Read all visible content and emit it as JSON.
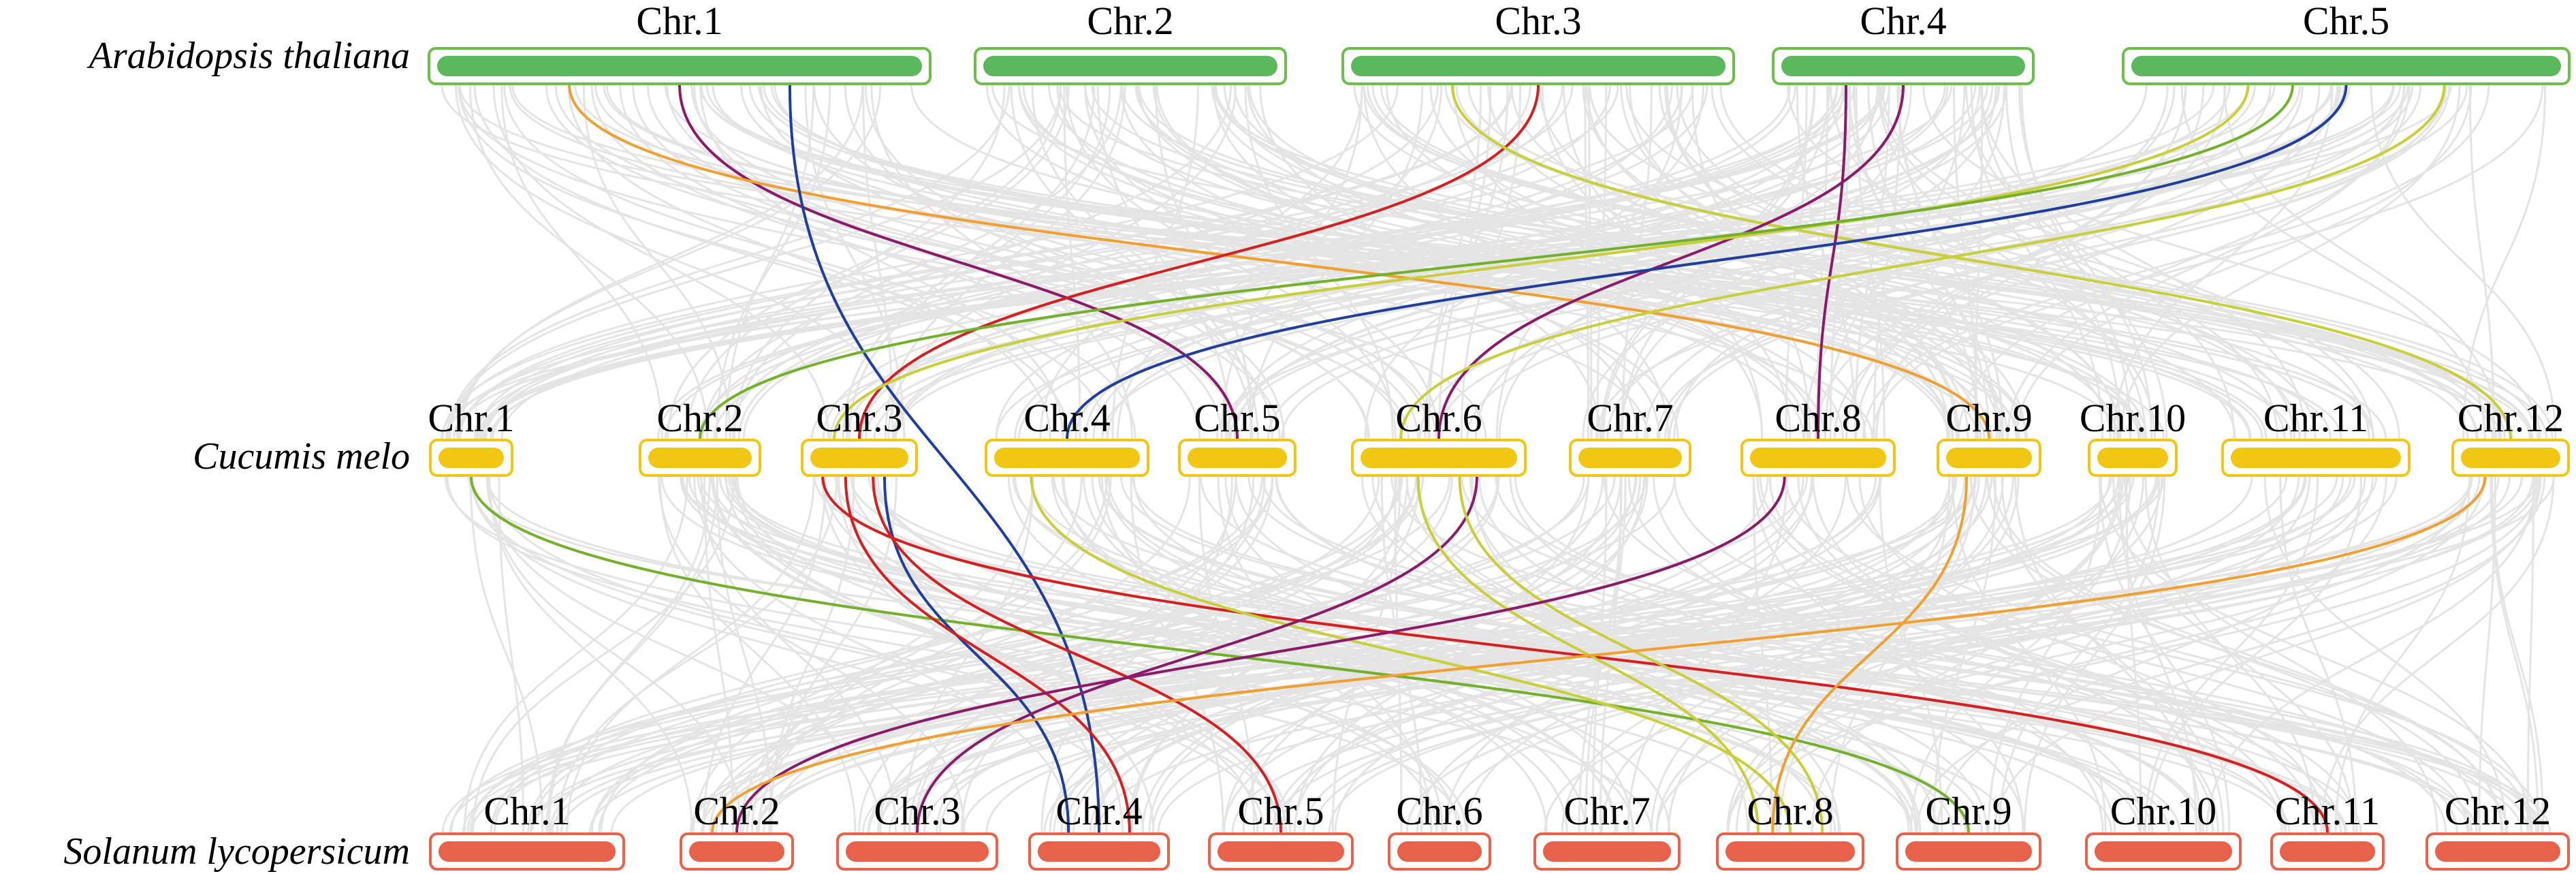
{
  "species": [
    {
      "name": "Arabidopsis thaliana",
      "fill": "#5cb85c",
      "stroke": "#6cc04a",
      "chromosomes": [
        "Chr.1",
        "Chr.2",
        "Chr.3",
        "Chr.4",
        "Chr.5"
      ]
    },
    {
      "name": "Cucumis melo",
      "fill": "#f2c714",
      "stroke": "#f2c714",
      "chromosomes": [
        "Chr.1",
        "Chr.2",
        "Chr.3",
        "Chr.4",
        "Chr.5",
        "Chr.6",
        "Chr.7",
        "Chr.8",
        "Chr.9",
        "Chr.10",
        "Chr.11",
        "Chr.12"
      ]
    },
    {
      "name": "Solanum lycopersicum",
      "fill": "#e8614a",
      "stroke": "#e8614a",
      "chromosomes": [
        "Chr.1",
        "Chr.2",
        "Chr.3",
        "Chr.4",
        "Chr.5",
        "Chr.6",
        "Chr.7",
        "Chr.8",
        "Chr.9",
        "Chr.10",
        "Chr.11",
        "Chr.12"
      ]
    }
  ],
  "colors": {
    "background_links": "#e4e4e4",
    "highlight": [
      "#8b1a6b",
      "#f0a030",
      "#1f3e9e",
      "#d42020",
      "#c8cf3a",
      "#72b22a"
    ]
  },
  "links": [
    {
      "from": [
        "Arabidopsis thaliana",
        "Chr.1"
      ],
      "to": [
        "Cucumis melo",
        "Chr.5"
      ],
      "color": "#8b1a6b"
    },
    {
      "from": [
        "Arabidopsis thaliana",
        "Chr.1"
      ],
      "to": [
        "Cucumis melo",
        "Chr.9"
      ],
      "color": "#f0a030"
    },
    {
      "from": [
        "Arabidopsis thaliana",
        "Chr.1"
      ],
      "to": [
        "Solanum lycopersicum",
        "Chr.4"
      ],
      "color": "#1f3e9e"
    },
    {
      "from": [
        "Arabidopsis thaliana",
        "Chr.3"
      ],
      "to": [
        "Cucumis melo",
        "Chr.3"
      ],
      "color": "#d42020"
    },
    {
      "from": [
        "Arabidopsis thaliana",
        "Chr.3"
      ],
      "to": [
        "Cucumis melo",
        "Chr.12"
      ],
      "color": "#c8cf3a"
    },
    {
      "from": [
        "Arabidopsis thaliana",
        "Chr.4"
      ],
      "to": [
        "Cucumis melo",
        "Chr.6"
      ],
      "color": "#8b1a6b"
    },
    {
      "from": [
        "Arabidopsis thaliana",
        "Chr.4"
      ],
      "to": [
        "Cucumis melo",
        "Chr.8"
      ],
      "color": "#8b1a6b"
    },
    {
      "from": [
        "Arabidopsis thaliana",
        "Chr.5"
      ],
      "to": [
        "Cucumis melo",
        "Chr.4"
      ],
      "color": "#1f3e9e"
    },
    {
      "from": [
        "Arabidopsis thaliana",
        "Chr.5"
      ],
      "to": [
        "Cucumis melo",
        "Chr.3"
      ],
      "color": "#c8cf3a"
    },
    {
      "from": [
        "Arabidopsis thaliana",
        "Chr.5"
      ],
      "to": [
        "Cucumis melo",
        "Chr.6"
      ],
      "color": "#c8cf3a"
    },
    {
      "from": [
        "Arabidopsis thaliana",
        "Chr.5"
      ],
      "to": [
        "Cucumis melo",
        "Chr.2"
      ],
      "color": "#72b22a"
    },
    {
      "from": [
        "Cucumis melo",
        "Chr.1"
      ],
      "to": [
        "Solanum lycopersicum",
        "Chr.9"
      ],
      "color": "#72b22a"
    },
    {
      "from": [
        "Cucumis melo",
        "Chr.3"
      ],
      "to": [
        "Solanum lycopersicum",
        "Chr.4"
      ],
      "color": "#1f3e9e"
    },
    {
      "from": [
        "Cucumis melo",
        "Chr.3"
      ],
      "to": [
        "Solanum lycopersicum",
        "Chr.4"
      ],
      "color": "#d42020"
    },
    {
      "from": [
        "Cucumis melo",
        "Chr.3"
      ],
      "to": [
        "Solanum lycopersicum",
        "Chr.5"
      ],
      "color": "#d42020"
    },
    {
      "from": [
        "Cucumis melo",
        "Chr.3"
      ],
      "to": [
        "Solanum lycopersicum",
        "Chr.11"
      ],
      "color": "#d42020"
    },
    {
      "from": [
        "Cucumis melo",
        "Chr.4"
      ],
      "to": [
        "Solanum lycopersicum",
        "Chr.8"
      ],
      "color": "#c8cf3a"
    },
    {
      "from": [
        "Cucumis melo",
        "Chr.6"
      ],
      "to": [
        "Solanum lycopersicum",
        "Chr.3"
      ],
      "color": "#8b1a6b"
    },
    {
      "from": [
        "Cucumis melo",
        "Chr.6"
      ],
      "to": [
        "Solanum lycopersicum",
        "Chr.8"
      ],
      "color": "#c8cf3a"
    },
    {
      "from": [
        "Cucumis melo",
        "Chr.6"
      ],
      "to": [
        "Solanum lycopersicum",
        "Chr.8"
      ],
      "color": "#c8cf3a"
    },
    {
      "from": [
        "Cucumis melo",
        "Chr.8"
      ],
      "to": [
        "Solanum lycopersicum",
        "Chr.2"
      ],
      "color": "#8b1a6b"
    },
    {
      "from": [
        "Cucumis melo",
        "Chr.9"
      ],
      "to": [
        "Solanum lycopersicum",
        "Chr.8"
      ],
      "color": "#f0a030"
    },
    {
      "from": [
        "Cucumis melo",
        "Chr.12"
      ],
      "to": [
        "Solanum lycopersicum",
        "Chr.2"
      ],
      "color": "#f0a030"
    }
  ]
}
